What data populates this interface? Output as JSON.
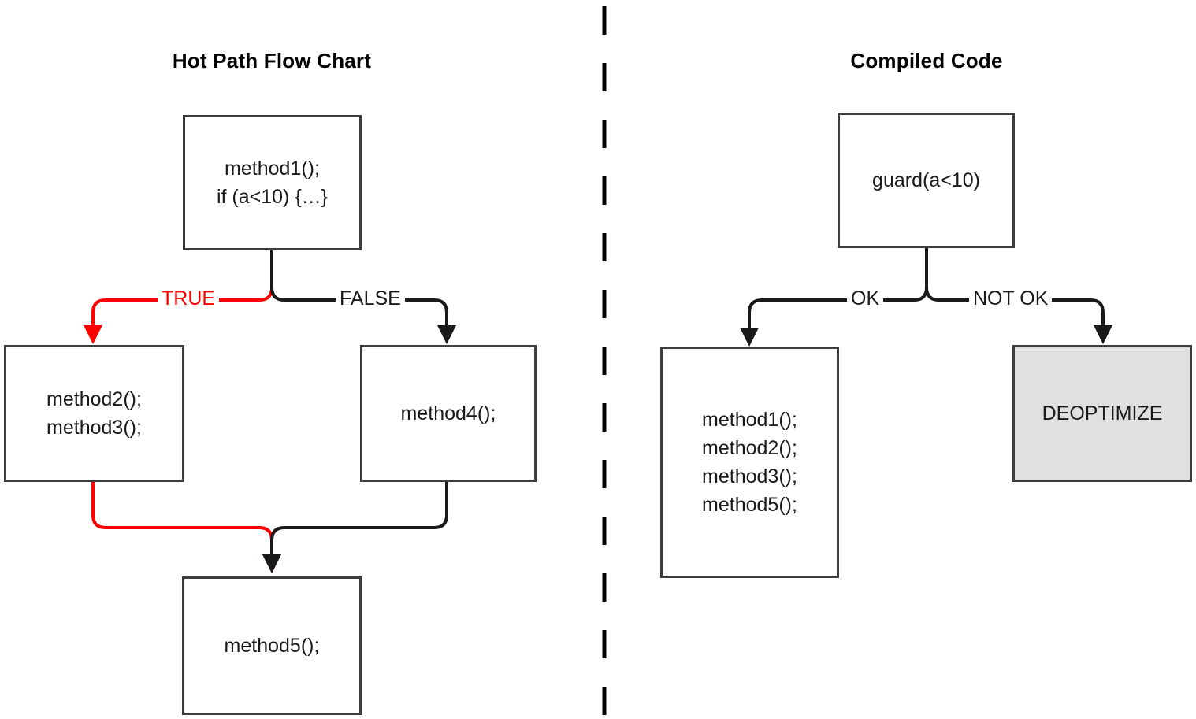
{
  "panels": [
    {
      "id": "hot-path",
      "title": "Hot Path Flow Chart"
    },
    {
      "id": "compiled",
      "title": "Compiled Code"
    }
  ],
  "colors": {
    "stroke": "#3d3d3d",
    "edge": "#1a1a1a",
    "highlight": "#ff0000",
    "shaded_fill": "#e0e0e0",
    "background": "#ffffff",
    "text": "#1a1a1a"
  },
  "nodes": {
    "method1": {
      "text": "method1();\nif (a<10) {…}",
      "shaded": false
    },
    "method23": {
      "text": "method2();\nmethod3();",
      "shaded": false
    },
    "method4": {
      "text": "method4();",
      "shaded": false
    },
    "method5": {
      "text": "method5();",
      "shaded": false
    },
    "guard": {
      "text": "guard(a<10)",
      "shaded": false
    },
    "compiled_body": {
      "text": "method1();\nmethod2();\nmethod3();\nmethod5();",
      "shaded": false
    },
    "deoptimize": {
      "text": "DEOPTIMIZE",
      "shaded": true
    }
  },
  "edge_labels": {
    "true": "TRUE",
    "false": "FALSE",
    "ok": "OK",
    "not_ok": "NOT OK"
  },
  "divider": {
    "orientation": "vertical",
    "style": "dashed"
  }
}
